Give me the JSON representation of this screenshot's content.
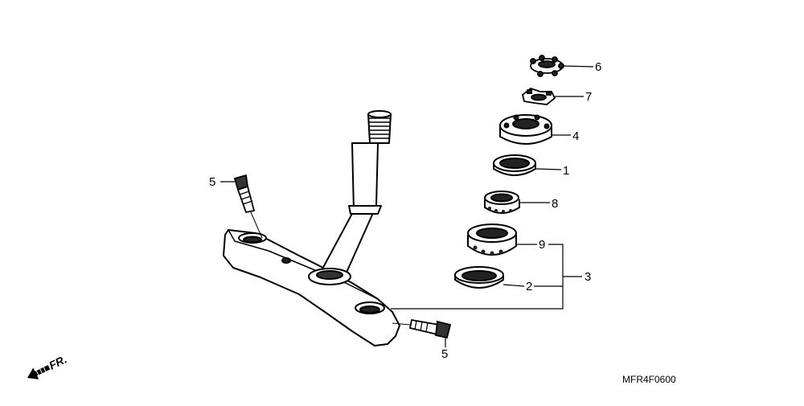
{
  "callouts": {
    "c1": "1",
    "c2": "2",
    "c3": "3",
    "c4": "4",
    "c5a": "5",
    "c5b": "5",
    "c6": "6",
    "c7": "7",
    "c8": "8",
    "c9": "9"
  },
  "direction_label": "FR.",
  "diagram_code": "MFR4F0600"
}
